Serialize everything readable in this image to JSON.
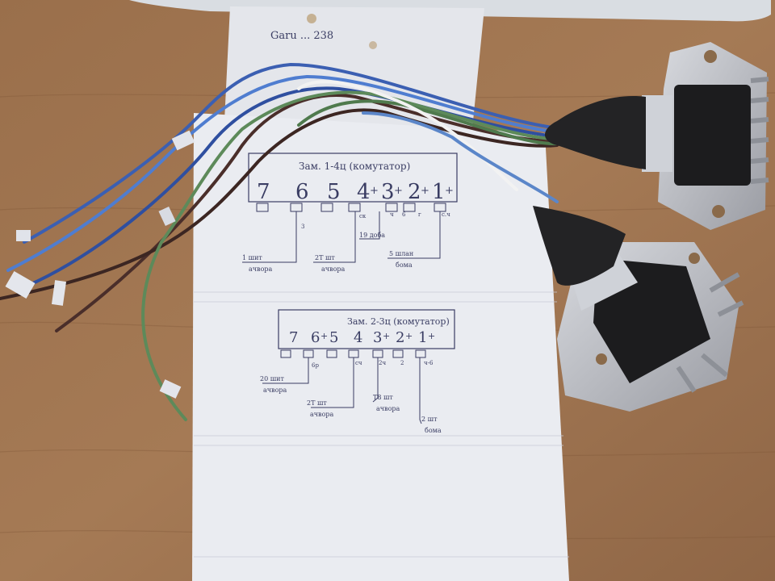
{
  "photo": {
    "subject_colors": {
      "table": "#a07550",
      "paper": "#e9ebf0",
      "ink": "#3a3d63",
      "module_metal": "#b9bcc2",
      "module_black": "#1c1c1e"
    }
  },
  "top_sheet": {
    "scribble": "Garu ... 238"
  },
  "diagram_1": {
    "title": "Зам. 1-4ц (комутатор)",
    "pins": [
      "7",
      "6",
      "5",
      "4",
      "3",
      "2",
      "1"
    ],
    "pin_marks": [
      "+",
      "+",
      "+",
      "+",
      "+",
      "+",
      "+"
    ],
    "small_labels": [
      "3",
      "ск",
      "ч",
      "6",
      "г",
      "с.ч"
    ],
    "notes": [
      {
        "text": "1 шит",
        "sub": "ачвора"
      },
      {
        "text": "2Т шт",
        "sub": "ачвора"
      },
      {
        "text": "19 доба"
      },
      {
        "text": "5 шлан",
        "sub": "бома"
      }
    ]
  },
  "diagram_2": {
    "title": "Зам. 2-3ц (комутатор)",
    "pins": [
      "7",
      "6",
      "5",
      "4",
      "3",
      "2",
      "1"
    ],
    "pin_marks": [
      "+",
      "+",
      "+",
      "+",
      "+",
      "+",
      "+"
    ],
    "small_labels": [
      "6р",
      "сч",
      "2ч",
      "2",
      "ч-6"
    ],
    "notes": [
      {
        "text": "20 шит",
        "sub": "ачвора"
      },
      {
        "text": "2Т шт",
        "sub": "ачвора"
      },
      {
        "text": "Т8 шт",
        "sub": "ачвора"
      },
      {
        "text": "2 шт",
        "sub": "бома"
      }
    ]
  }
}
